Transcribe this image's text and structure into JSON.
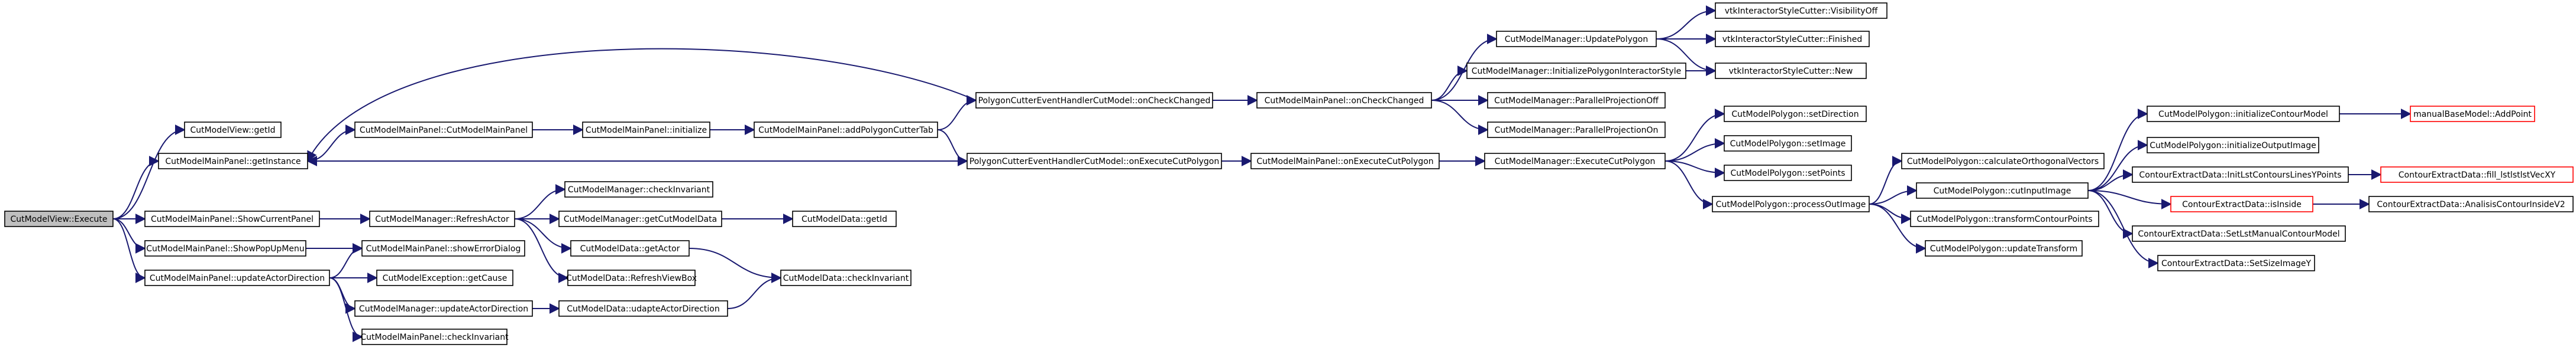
{
  "graph": {
    "colors": {
      "edge": "#191970",
      "root_fill": "#bfbfbf",
      "node_border": "#000000",
      "external_border": "#ff0000"
    },
    "nodes": [
      {
        "id": "n0",
        "label": "CutModelView::Execute",
        "kind": "root"
      },
      {
        "id": "n1",
        "label": "CutModelView::getId",
        "kind": "normal"
      },
      {
        "id": "n2",
        "label": "CutModelMainPanel::getInstance",
        "kind": "normal"
      },
      {
        "id": "n3",
        "label": "CutModelMainPanel::ShowCurrentPanel",
        "kind": "normal"
      },
      {
        "id": "n4",
        "label": "CutModelMainPanel::ShowPopUpMenu",
        "kind": "normal"
      },
      {
        "id": "n5",
        "label": "CutModelMainPanel::updateActorDirection",
        "kind": "normal"
      },
      {
        "id": "n6",
        "label": "CutModelMainPanel::CutModelMainPanel",
        "kind": "normal"
      },
      {
        "id": "n7",
        "label": "CutModelMainPanel::initialize",
        "kind": "normal"
      },
      {
        "id": "n8",
        "label": "CutModelMainPanel::addPolygonCutterTab",
        "kind": "normal"
      },
      {
        "id": "n9",
        "label": "PolygonCutterEventHandlerCutModel::onCheckChanged",
        "kind": "normal"
      },
      {
        "id": "n10",
        "label": "PolygonCutterEventHandlerCutModel::onExecuteCutPolygon",
        "kind": "normal"
      },
      {
        "id": "n11",
        "label": "CutModelMainPanel::onCheckChanged",
        "kind": "normal"
      },
      {
        "id": "n12",
        "label": "CutModelMainPanel::onExecuteCutPolygon",
        "kind": "normal"
      },
      {
        "id": "n13",
        "label": "CutModelManager::UpdatePolygon",
        "kind": "normal"
      },
      {
        "id": "n14",
        "label": "CutModelManager::InitializePolygonInteractorStyle",
        "kind": "normal"
      },
      {
        "id": "n15",
        "label": "CutModelManager::ParallelProjectionOff",
        "kind": "normal"
      },
      {
        "id": "n16",
        "label": "CutModelManager::ParallelProjectionOn",
        "kind": "normal"
      },
      {
        "id": "n17",
        "label": "CutModelManager::ExecuteCutPolygon",
        "kind": "normal"
      },
      {
        "id": "n18",
        "label": "vtkInteractorStyleCutter::VisibilityOff",
        "kind": "normal"
      },
      {
        "id": "n19",
        "label": "vtkInteractorStyleCutter::Finished",
        "kind": "normal"
      },
      {
        "id": "n20",
        "label": "vtkInteractorStyleCutter::New",
        "kind": "normal"
      },
      {
        "id": "n21",
        "label": "CutModelPolygon::setDirection",
        "kind": "normal"
      },
      {
        "id": "n22",
        "label": "CutModelPolygon::setImage",
        "kind": "normal"
      },
      {
        "id": "n23",
        "label": "CutModelPolygon::setPoints",
        "kind": "normal"
      },
      {
        "id": "n24",
        "label": "CutModelPolygon::processOutImage",
        "kind": "normal"
      },
      {
        "id": "n25",
        "label": "CutModelPolygon::calculateOrthogonalVectors",
        "kind": "normal"
      },
      {
        "id": "n26",
        "label": "CutModelPolygon::cutInputImage",
        "kind": "normal"
      },
      {
        "id": "n27",
        "label": "CutModelPolygon::transformContourPoints",
        "kind": "normal"
      },
      {
        "id": "n28",
        "label": "CutModelPolygon::updateTransform",
        "kind": "normal"
      },
      {
        "id": "n29",
        "label": "CutModelPolygon::initializeContourModel",
        "kind": "normal"
      },
      {
        "id": "n30",
        "label": "CutModelPolygon::initializeOutputImage",
        "kind": "normal"
      },
      {
        "id": "n31",
        "label": "ContourExtractData::InitLstContoursLinesYPoints",
        "kind": "normal"
      },
      {
        "id": "n32",
        "label": "ContourExtractData::isInside",
        "kind": "ext"
      },
      {
        "id": "n33",
        "label": "ContourExtractData::SetLstManualContourModel",
        "kind": "normal"
      },
      {
        "id": "n34",
        "label": "ContourExtractData::SetSizeImageY",
        "kind": "normal"
      },
      {
        "id": "n35",
        "label": "manualBaseModel::AddPoint",
        "kind": "ext"
      },
      {
        "id": "n36",
        "label": "ContourExtractData::fill_lstlstlstVecXY",
        "kind": "ext"
      },
      {
        "id": "n37",
        "label": "ContourExtractData::AnalisisContourInsideV2",
        "kind": "normal"
      },
      {
        "id": "n38",
        "label": "CutModelManager::RefreshActor",
        "kind": "normal"
      },
      {
        "id": "n39",
        "label": "CutModelMainPanel::showErrorDialog",
        "kind": "normal"
      },
      {
        "id": "n40",
        "label": "CutModelManager::checkInvariant",
        "kind": "normal"
      },
      {
        "id": "n41",
        "label": "CutModelManager::getCutModelData",
        "kind": "normal"
      },
      {
        "id": "n42",
        "label": "CutModelData::getActor",
        "kind": "normal"
      },
      {
        "id": "n43",
        "label": "CutModelData::RefreshViewBox",
        "kind": "normal"
      },
      {
        "id": "n44",
        "label": "CutModelData::getId",
        "kind": "normal"
      },
      {
        "id": "n45",
        "label": "CutModelData::checkInvariant",
        "kind": "normal"
      },
      {
        "id": "n46",
        "label": "CutModelException::getCause",
        "kind": "normal"
      },
      {
        "id": "n47",
        "label": "CutModelManager::updateActorDirection",
        "kind": "normal"
      },
      {
        "id": "n48",
        "label": "CutModelData::udapteActorDirection",
        "kind": "normal"
      },
      {
        "id": "n49",
        "label": "CutModelMainPanel::checkInvariant",
        "kind": "normal"
      }
    ],
    "edges": [
      [
        "n0",
        "n1"
      ],
      [
        "n0",
        "n2"
      ],
      [
        "n0",
        "n3"
      ],
      [
        "n0",
        "n4"
      ],
      [
        "n0",
        "n5"
      ],
      [
        "n2",
        "n6"
      ],
      [
        "n6",
        "n7"
      ],
      [
        "n7",
        "n8"
      ],
      [
        "n8",
        "n9"
      ],
      [
        "n8",
        "n10"
      ],
      [
        "n9",
        "n2"
      ],
      [
        "n10",
        "n2"
      ],
      [
        "n9",
        "n11"
      ],
      [
        "n10",
        "n12"
      ],
      [
        "n11",
        "n13"
      ],
      [
        "n11",
        "n14"
      ],
      [
        "n11",
        "n15"
      ],
      [
        "n11",
        "n16"
      ],
      [
        "n13",
        "n18"
      ],
      [
        "n13",
        "n19"
      ],
      [
        "n13",
        "n20"
      ],
      [
        "n14",
        "n20"
      ],
      [
        "n12",
        "n17"
      ],
      [
        "n17",
        "n21"
      ],
      [
        "n17",
        "n22"
      ],
      [
        "n17",
        "n23"
      ],
      [
        "n17",
        "n24"
      ],
      [
        "n24",
        "n25"
      ],
      [
        "n24",
        "n26"
      ],
      [
        "n24",
        "n27"
      ],
      [
        "n24",
        "n28"
      ],
      [
        "n26",
        "n29"
      ],
      [
        "n26",
        "n30"
      ],
      [
        "n26",
        "n31"
      ],
      [
        "n26",
        "n32"
      ],
      [
        "n26",
        "n33"
      ],
      [
        "n26",
        "n34"
      ],
      [
        "n29",
        "n35"
      ],
      [
        "n31",
        "n36"
      ],
      [
        "n32",
        "n37"
      ],
      [
        "n3",
        "n38"
      ],
      [
        "n4",
        "n39"
      ],
      [
        "n5",
        "n39"
      ],
      [
        "n5",
        "n46"
      ],
      [
        "n5",
        "n47"
      ],
      [
        "n5",
        "n49"
      ],
      [
        "n38",
        "n40"
      ],
      [
        "n38",
        "n41"
      ],
      [
        "n38",
        "n42"
      ],
      [
        "n38",
        "n43"
      ],
      [
        "n41",
        "n44"
      ],
      [
        "n42",
        "n45"
      ],
      [
        "n47",
        "n48"
      ],
      [
        "n48",
        "n45"
      ]
    ]
  }
}
